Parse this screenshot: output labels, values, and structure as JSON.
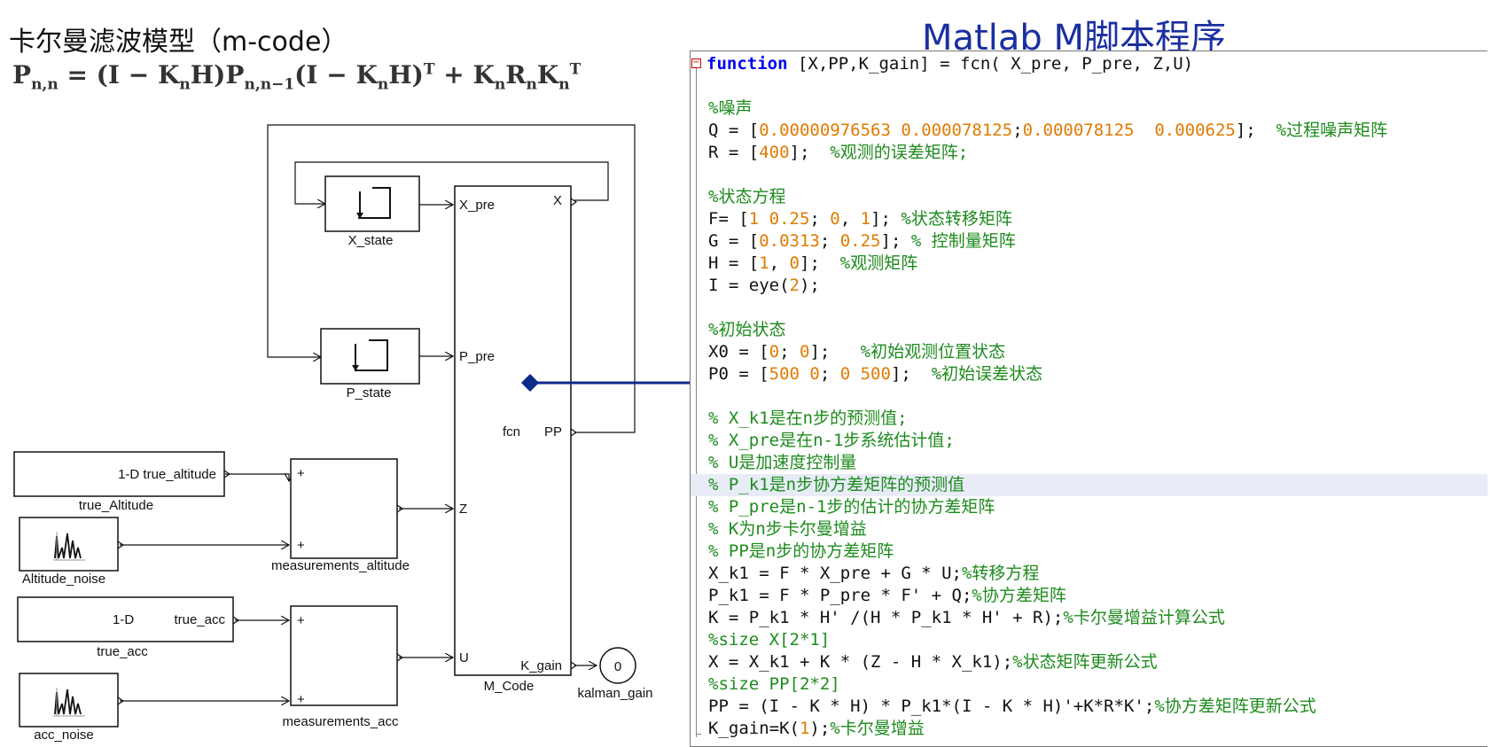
{
  "left_title": "卡尔曼滤波模型（m-code）",
  "formula": {
    "P": "P",
    "n_n": "n,n",
    "eq": " = (I − K",
    "n1": "n",
    "H)P": "H)P",
    "n_n1": "n,n−1",
    "mid": "(I − K",
    "n2": "n",
    "H)": "H)",
    "T": "T",
    "plus": " + K",
    "n3": "n",
    "R": "R",
    "n4": "n",
    "K": "K",
    "n5": "n",
    "T2": "T"
  },
  "right_title": "Matlab M脚本程序",
  "blocks": {
    "x_state": "X_state",
    "p_state": "P_state",
    "true_altitude_block": "1-D true_altitude",
    "true_altitude": "true_Altitude",
    "altitude_noise": "Altitude_noise",
    "meas_alt": "measurements_altitude",
    "true_acc_1d": "1-D",
    "true_acc_port": "true_acc",
    "true_acc": "true_acc",
    "acc_noise": "acc_noise",
    "meas_acc": "measurements_acc",
    "m_code": "M_Code",
    "kalman_gain": "kalman_gain",
    "display_value": "0",
    "plus": "+",
    "fcn": "fcn"
  },
  "ports": {
    "x_pre": "X_pre",
    "p_pre": "P_pre",
    "z": "Z",
    "u": "U",
    "x_out": "X",
    "pp_out": "PP",
    "k_gain": "K_gain"
  },
  "colors": {
    "accent": "#1a2fa0",
    "connector": "#0b2a8a",
    "keyword": "#0000ee",
    "comment": "#1d8b1d",
    "number": "#e07a00"
  },
  "code_lines": [
    [
      [
        "kw",
        "function"
      ],
      [
        "t",
        " [X,PP,K_gain] = fcn( X_pre, P_pre, Z,U)"
      ]
    ],
    [],
    [
      [
        "cm",
        "%噪声"
      ]
    ],
    [
      [
        "t",
        "Q = ["
      ],
      [
        "num",
        "0.00000976563 0.000078125"
      ],
      [
        "t",
        ";"
      ],
      [
        "num",
        "0.000078125  0.000625"
      ],
      [
        "t",
        "];  "
      ],
      [
        "cm",
        "%过程噪声矩阵"
      ]
    ],
    [
      [
        "t",
        "R = ["
      ],
      [
        "num",
        "400"
      ],
      [
        "t",
        "];  "
      ],
      [
        "cm",
        "%观测的误差矩阵;"
      ]
    ],
    [],
    [
      [
        "cm",
        "%状态方程"
      ]
    ],
    [
      [
        "t",
        "F= ["
      ],
      [
        "num",
        "1 0.25"
      ],
      [
        "t",
        "; "
      ],
      [
        "num",
        "0"
      ],
      [
        "t",
        ", "
      ],
      [
        "num",
        "1"
      ],
      [
        "t",
        "]; "
      ],
      [
        "cm",
        "%状态转移矩阵"
      ]
    ],
    [
      [
        "t",
        "G = ["
      ],
      [
        "num",
        "0.0313"
      ],
      [
        "t",
        "; "
      ],
      [
        "num",
        "0.25"
      ],
      [
        "t",
        "]; "
      ],
      [
        "cm",
        "% 控制量矩阵"
      ]
    ],
    [
      [
        "t",
        "H = ["
      ],
      [
        "num",
        "1"
      ],
      [
        "t",
        ", "
      ],
      [
        "num",
        "0"
      ],
      [
        "t",
        "];  "
      ],
      [
        "cm",
        "%观测矩阵"
      ]
    ],
    [
      [
        "t",
        "I = eye("
      ],
      [
        "num",
        "2"
      ],
      [
        "t",
        ");"
      ]
    ],
    [],
    [
      [
        "cm",
        "%初始状态"
      ]
    ],
    [
      [
        "t",
        "X0 = ["
      ],
      [
        "num",
        "0"
      ],
      [
        "t",
        "; "
      ],
      [
        "num",
        "0"
      ],
      [
        "t",
        "];   "
      ],
      [
        "cm",
        "%初始观测位置状态"
      ]
    ],
    [
      [
        "t",
        "P0 = ["
      ],
      [
        "num",
        "500 0"
      ],
      [
        "t",
        "; "
      ],
      [
        "num",
        "0 500"
      ],
      [
        "t",
        "];  "
      ],
      [
        "cm",
        "%初始误差状态"
      ]
    ],
    [],
    [
      [
        "cm",
        "% X_k1是在n步的预测值;"
      ]
    ],
    [
      [
        "cm",
        "% X_pre是在n-1步系统估计值;"
      ]
    ],
    [
      [
        "cm",
        "% U是加速度控制量"
      ]
    ],
    [
      [
        "cm",
        "% P_k1是n步协方差矩阵的预测值"
      ]
    ],
    [
      [
        "cm",
        "% P_pre是n-1步的估计的协方差矩阵"
      ]
    ],
    [
      [
        "cm",
        "% K为n步卡尔曼增益"
      ]
    ],
    [
      [
        "cm",
        "% PP是n步的协方差矩阵"
      ]
    ],
    [
      [
        "t",
        "X_k1 = F * X_pre + G * U;"
      ],
      [
        "cm",
        "%转移方程"
      ]
    ],
    [
      [
        "t",
        "P_k1 = F * P_pre * F' + Q;"
      ],
      [
        "cm",
        "%协方差矩阵"
      ]
    ],
    [
      [
        "t",
        "K = P_k1 * H' /(H * P_k1 * H' + R);"
      ],
      [
        "cm",
        "%卡尔曼增益计算公式"
      ]
    ],
    [
      [
        "cm",
        "%size X[2*1]"
      ]
    ],
    [
      [
        "t",
        "X = X_k1 + K * (Z - H * X_k1);"
      ],
      [
        "cm",
        "%状态矩阵更新公式"
      ]
    ],
    [
      [
        "cm",
        "%size PP[2*2]"
      ]
    ],
    [
      [
        "t",
        "PP = (I - K * H) * P_k1*(I - K * H)'+K*R*K';"
      ],
      [
        "cm",
        "%协方差矩阵更新公式"
      ]
    ],
    [
      [
        "t",
        "K_gain=K("
      ],
      [
        "num",
        "1"
      ],
      [
        "t",
        ");"
      ],
      [
        "cm",
        "%卡尔曼增益"
      ]
    ]
  ]
}
